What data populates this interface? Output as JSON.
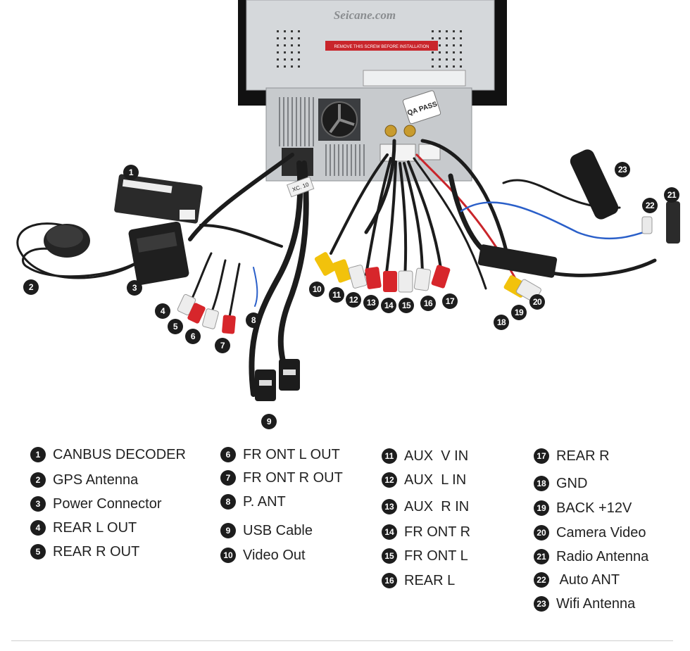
{
  "brand": {
    "watermark": "Seicane.com",
    "warning_label": "REMOVE THIS SCREW BEFORE INSTALLATION",
    "qa_sticker": "QA PASS",
    "harness_tag": "XC. 10"
  },
  "colors": {
    "rca_red": "#d7262b",
    "rca_white": "#ededed",
    "rca_yellow": "#f2c20c",
    "cable_black": "#1c1c1c",
    "antenna_blue": "#2a5fc9",
    "chassis_gray": "#c7cacd"
  },
  "callouts": [
    "1",
    "2",
    "3",
    "4",
    "5",
    "6",
    "7",
    "8",
    "9",
    "10",
    "11",
    "12",
    "13",
    "14",
    "15",
    "16",
    "17",
    "18",
    "19",
    "20",
    "21",
    "22",
    "23"
  ],
  "legend": [
    {
      "num": "1",
      "label": "CANBUS DECODER"
    },
    {
      "num": "2",
      "label": "GPS Antenna"
    },
    {
      "num": "3",
      "label": "Power Connector"
    },
    {
      "num": "4",
      "label": "REAR L OUT"
    },
    {
      "num": "5",
      "label": "REAR R OUT"
    },
    {
      "num": "6",
      "label": "FR ONT L OUT"
    },
    {
      "num": "7",
      "label": "FR ONT R OUT"
    },
    {
      "num": "8",
      "label": "P. ANT"
    },
    {
      "num": "9",
      "label": "USB Cable"
    },
    {
      "num": "10",
      "label": "Video Out"
    },
    {
      "num": "11",
      "label": "AUX  V IN"
    },
    {
      "num": "12",
      "label": "AUX  L IN"
    },
    {
      "num": "13",
      "label": "AUX  R IN"
    },
    {
      "num": "14",
      "label": "FR ONT R"
    },
    {
      "num": "15",
      "label": "FR ONT L"
    },
    {
      "num": "16",
      "label": "REAR L"
    },
    {
      "num": "17",
      "label": "REAR R"
    },
    {
      "num": "18",
      "label": "GND"
    },
    {
      "num": "19",
      "label": "BACK +12V"
    },
    {
      "num": "20",
      "label": "Camera Video"
    },
    {
      "num": "21",
      "label": "Radio Antenna"
    },
    {
      "num": "22",
      "label": " Auto ANT"
    },
    {
      "num": "23",
      "label": "Wifi Antenna"
    }
  ]
}
